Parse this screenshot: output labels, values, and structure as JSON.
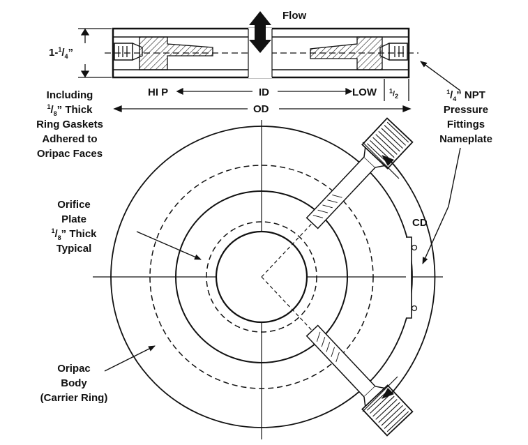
{
  "labels": {
    "flow": "Flow",
    "height_dim": {
      "whole": "1-",
      "num": "1",
      "den": "4",
      "unit": "”"
    },
    "hi_p": "HI P",
    "id": "ID",
    "low": "LOW",
    "half_dim": {
      "num": "1",
      "den": "2"
    },
    "od": "OD",
    "gaskets": {
      "line1": "Including",
      "line2_num": "1",
      "line2_den": "8",
      "line2_rest": "” Thick",
      "line3": "Ring Gaskets",
      "line4": "Adhered to",
      "line5": "Oripac Faces"
    },
    "fittings": {
      "line1_num": "1",
      "line1_den": "4",
      "line1_rest": "” NPT",
      "line2": "Pressure",
      "line3": "Fittings",
      "line4": "Nameplate"
    },
    "orifice": {
      "line1": "Orifice",
      "line2": "Plate",
      "line3_num": "1",
      "line3_den": "8",
      "line3_rest": "” Thick",
      "line4": "Typical"
    },
    "cd": "CD",
    "body": {
      "line1": "Oripac",
      "line2": "Body",
      "line3": "(Carrier Ring)"
    }
  },
  "colors": {
    "ink": "#111111",
    "paper": "#ffffff"
  }
}
